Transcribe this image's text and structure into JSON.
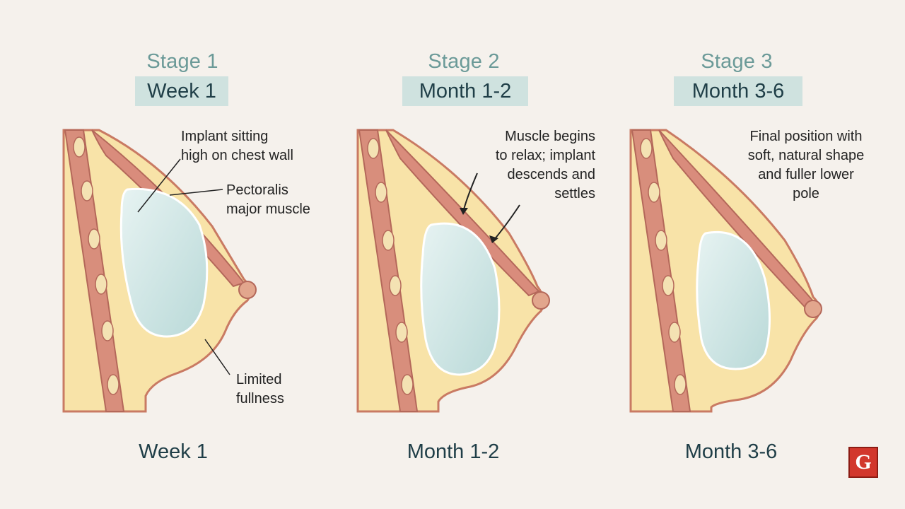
{
  "stages": [
    {
      "title": "Stage 1",
      "period": "Week 1",
      "bottom_label": "Week 1",
      "annotations": [
        [
          "Implant sitting",
          "high on chest wall"
        ],
        [
          "Pectoralis",
          "major muscle"
        ],
        [
          "Limited",
          "fullness"
        ]
      ]
    },
    {
      "title": "Stage 2",
      "period": "Month 1-2",
      "bottom_label": "Month 1-2",
      "annotations": [
        [
          "Muscle begins",
          "to relax; implant",
          "descends and",
          "settles"
        ]
      ]
    },
    {
      "title": "Stage 3",
      "period": "Month 3-6",
      "bottom_label": "Month 3-6",
      "annotations": [
        [
          "Final position with",
          "soft, natural shape",
          "and fuller lower",
          "pole"
        ]
      ]
    }
  ],
  "logo": {
    "text": "G"
  },
  "colors": {
    "background": "#f5f1ec",
    "stage_title": "#6b9a98",
    "period_box": "#cfe2df",
    "dark_text": "#1f3e47",
    "fat_tissue": "#f8e3a8",
    "muscle": "#d98c7c",
    "implant": "#cfe7e6",
    "logo": "#d2372c"
  }
}
